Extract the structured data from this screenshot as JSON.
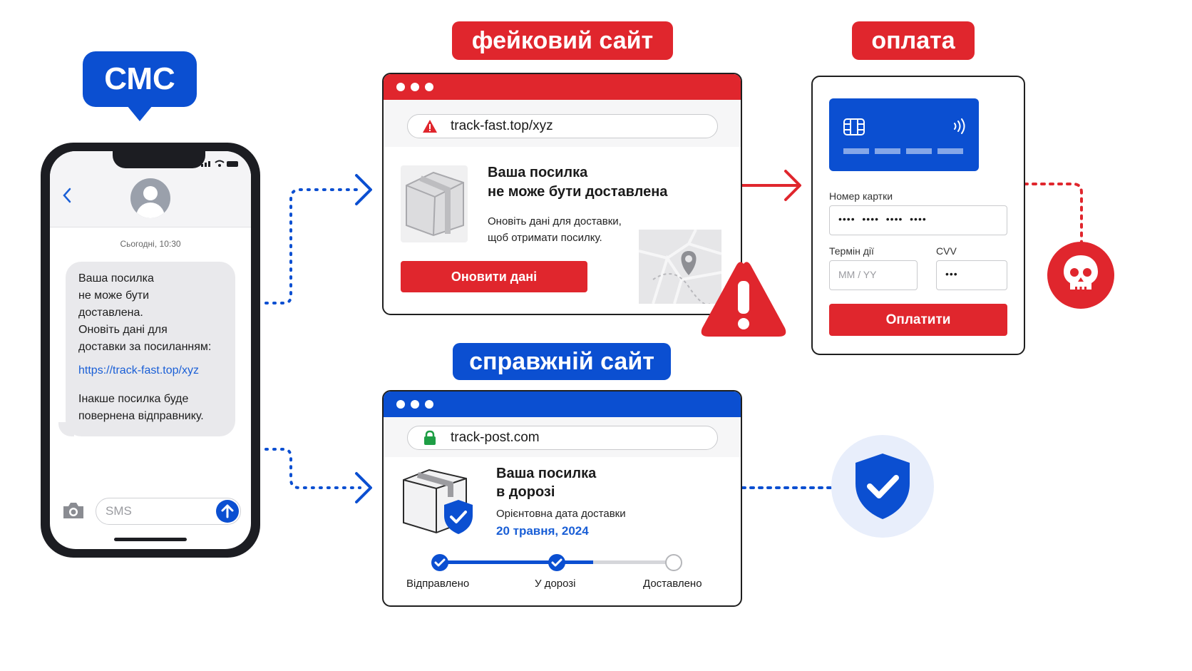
{
  "labels": {
    "sms": "СМС",
    "fake_site": "фейковий сайт",
    "payment": "оплата",
    "real_site": "справжній сайт"
  },
  "phone": {
    "timestamp": "Сьогодні, 10:30",
    "message_lines": [
      "Ваша посилка",
      "не може бути",
      "доставлена.",
      "Оновіть дані для",
      "доставки за посиланням:"
    ],
    "link": "https://track-fast.top/xyz",
    "warning_lines": [
      "Інакше посилка буде",
      "повернена відправнику."
    ],
    "input_placeholder": "SMS"
  },
  "fake_site": {
    "url": "track-fast.top/xyz",
    "title_lines": [
      "Ваша посилка",
      "не може бути доставлена"
    ],
    "body_lines": [
      "Оновіть дані для доставки,",
      "щоб отримати посилку."
    ],
    "button": "Оновити дані"
  },
  "payment": {
    "card_number_label": "Номер картки",
    "card_number_value": "••••  ••••  ••••  ••••",
    "expiry_label": "Термін дії",
    "expiry_placeholder": "MM / YY",
    "cvv_label": "CVV",
    "cvv_value": "•••",
    "button": "Оплатити"
  },
  "real_site": {
    "url": "track-post.com",
    "title_lines": [
      "Ваша посилка",
      "в дорозі"
    ],
    "eta_label": "Орієнтовна дата доставки",
    "eta_date": "20 травня, 2024",
    "steps": [
      "Відправлено",
      "У дорозі",
      "Доставлено"
    ],
    "progress": 0.66
  },
  "colors": {
    "red": "#e0262d",
    "blue": "#0b4fd1",
    "link_blue": "#1a5fd6",
    "green": "#1e9e45",
    "light_blue_bg": "#e8eefb"
  },
  "icons": [
    "back-chevron-icon",
    "contact-avatar-icon",
    "camera-icon",
    "send-arrow-icon",
    "warning-triangle-icon",
    "lock-icon",
    "package-box-icon",
    "map-pin-icon",
    "exclamation-warning-icon",
    "card-chip-icon",
    "contactless-icon",
    "skull-icon",
    "shield-check-icon",
    "check-icon"
  ]
}
